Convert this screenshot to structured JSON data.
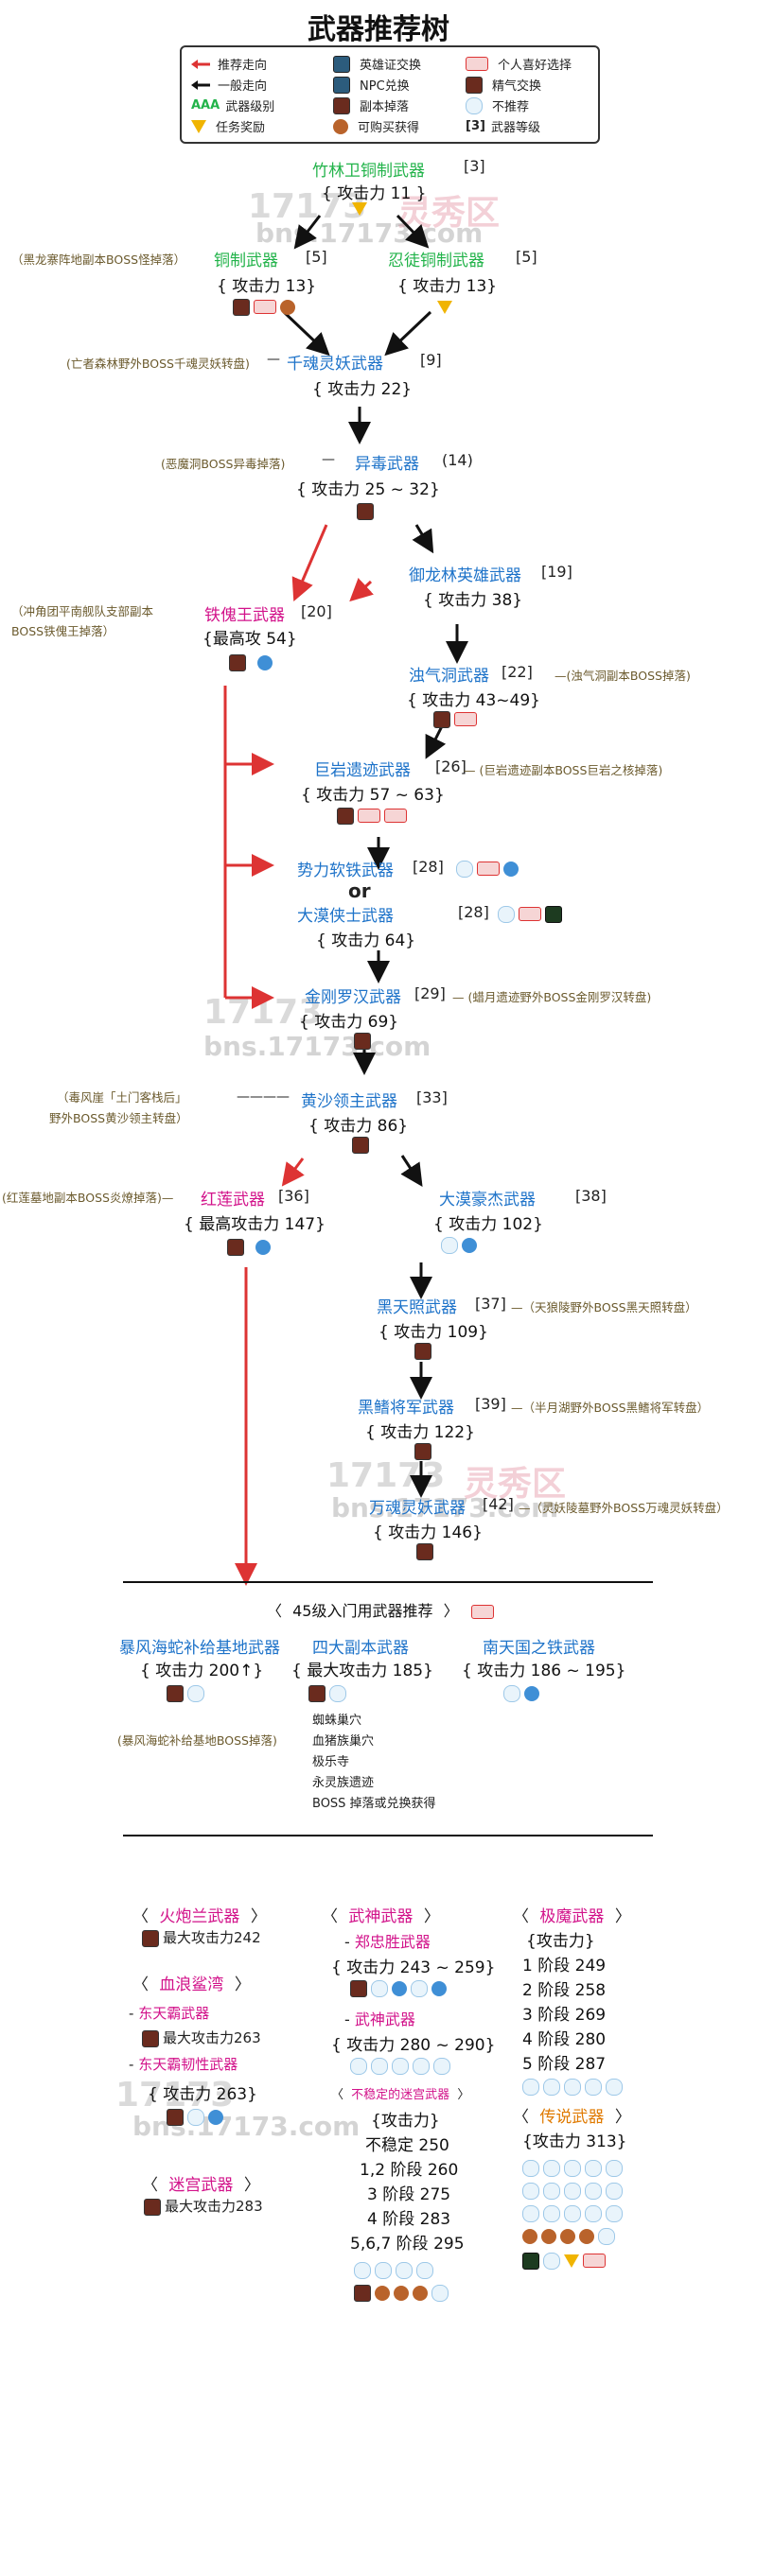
{
  "title": "武器推荐树",
  "legend": [
    {
      "icon": "red-arrow",
      "text": "推荐走向"
    },
    {
      "icon": "npc-icon",
      "text": "英雄证交换"
    },
    {
      "icon": "tag-icon",
      "text": "个人喜好选择"
    },
    {
      "icon": "black-arrow",
      "text": "一般走向"
    },
    {
      "icon": "npc-icon",
      "text": "NPC兑换"
    },
    {
      "icon": "stone-icon",
      "text": "精气交换"
    },
    {
      "icon": "aaa",
      "text": "武器级别"
    },
    {
      "icon": "stone-icon",
      "text": "副本掉落"
    },
    {
      "icon": "cloud-icon",
      "text": "不推荐"
    },
    {
      "icon": "triangle-icon",
      "text": "任务奖励"
    },
    {
      "icon": "coin-icon",
      "text": "可购买获得"
    },
    {
      "icon": "level-icon",
      "text": "武器等级"
    }
  ],
  "legend_aaa": "AAA",
  "legend_level": "[3]",
  "watermarks": {
    "site": "17173",
    "domain": "bns.17173.com",
    "brand": "灵秀区"
  },
  "nodes": {
    "n3": {
      "name": "竹林卫铜制武器",
      "level": "[3]",
      "atk": "{ 攻击力 11 }"
    },
    "n5a": {
      "name": "铜制武器",
      "level": "[5]",
      "atk": "{ 攻击力 13}",
      "source": "（黑龙寨阵地副本BOSS怪掉落）"
    },
    "n5b": {
      "name": "忍徒铜制武器",
      "level": "[5]",
      "atk": "{ 攻击力 13}"
    },
    "n9": {
      "name": "千魂灵妖武器",
      "level": "[9]",
      "atk": "{ 攻击力 22}",
      "source": "(亡者森林野外BOSS千魂灵妖转盘)"
    },
    "n14": {
      "name": "异毒武器",
      "level": "(14)",
      "atk": "{ 攻击力 25 ~ 32}",
      "source": "(恶魔洞BOSS异毒掉落)"
    },
    "n19": {
      "name": "御龙林英雄武器",
      "level": "[19]",
      "atk": "{ 攻击力 38}"
    },
    "n20": {
      "name": "铁傀王武器",
      "level": "[20]",
      "atk": "{最高攻  54}",
      "source1": "（冲角团平南舰队支部副本",
      "source2": "BOSS铁傀王掉落）"
    },
    "n22": {
      "name": "浊气洞武器",
      "level": "[22]",
      "atk": "{ 攻击力 43~49}",
      "source": "—(浊气洞副本BOSS掉落)"
    },
    "n26": {
      "name": "巨岩遗迹武器",
      "level": "[26]",
      "atk": "{ 攻击力 57 ~ 63}",
      "source": "—  (巨岩遗迹副本BOSS巨岩之核掉落)"
    },
    "n28a": {
      "name": "势力软铁武器",
      "level": "[28]"
    },
    "or": "or",
    "n28b": {
      "name": "大漠侠士武器",
      "level": "[28]",
      "atk": "{ 攻击力 64}"
    },
    "n29": {
      "name": "金刚罗汉武器",
      "level": "[29]",
      "atk": "{ 攻击力 69}",
      "source": "—  (蜡月遗迹野外BOSS金刚罗汉转盘)"
    },
    "n33": {
      "name": "黄沙领主武器",
      "level": "[33]",
      "atk": "{ 攻击力 86}",
      "source1": "（毒风崖「土门客栈后」",
      "source2": "野外BOSS黄沙领主转盘）"
    },
    "n36": {
      "name": "红莲武器",
      "level": "[36]",
      "atk": "{ 最高攻击力  147}",
      "source": "(红莲墓地副本BOSS炎燎掉落)—"
    },
    "n38": {
      "name": "大漠豪杰武器",
      "level": "[38]",
      "atk": "{ 攻击力 102}"
    },
    "n37": {
      "name": "黑天照武器",
      "level": "[37]",
      "atk": "{ 攻击力 109}",
      "source": "—（天狼陵野外BOSS黑天照转盘）"
    },
    "n39": {
      "name": "黑鳍将军武器",
      "level": "[39]",
      "atk": "{ 攻击力 122}",
      "source": "—（半月湖野外BOSS黑鳍将军转盘）"
    },
    "n42": {
      "name": "万魂灵妖武器",
      "level": "[42]",
      "atk": "{ 攻击力 146}",
      "source": "—（灵妖陵墓野外BOSS万魂灵妖转盘）"
    }
  },
  "section45": {
    "label": "45级入门用武器推荐",
    "left_bracket": "〈",
    "right_bracket": "〉",
    "items": [
      {
        "name": "暴风海蛇补给基地武器",
        "atk": "{ 攻击力 200↑}",
        "source": "(暴风海蛇补给基地BOSS掉落)"
      },
      {
        "name": "四大副本武器",
        "atk": "{ 最大攻击力 185}",
        "list": [
          "蜘蛛巢穴",
          "血猪族巢穴",
          "极乐寺",
          "永灵族遗迹",
          "BOSS 掉落或兑换获得"
        ]
      },
      {
        "name": "南天国之铁武器",
        "atk": "{ 攻击力 186 ~ 195}"
      }
    ]
  },
  "bottom": {
    "huopaolan": {
      "name": "火炮兰武器",
      "atk": "最大攻击力242",
      "open": "〈",
      "close": "〉"
    },
    "xuelanghu": {
      "name": "血浪鲨湾",
      "open": "〈",
      "close": "〉"
    },
    "dongtianba": {
      "name": "东天霸武器",
      "atk": "最大攻击力263"
    },
    "dongtianba2": {
      "name": "东天霸韧性武器",
      "atk": "{ 攻击力 263}"
    },
    "migong": {
      "name": "迷宫武器",
      "atk": "最大攻击力283",
      "open": "〈",
      "close": "〉"
    },
    "wushen": {
      "name": "武神武器",
      "open": "〈",
      "close": "〉"
    },
    "zhengzhongsheng": {
      "name": "郑忠胜武器",
      "atk": "{ 攻击力  243 ~ 259}"
    },
    "wushen2": {
      "name": "武神武器",
      "atk": "{ 攻击力  280 ~ 290}"
    },
    "unstable": {
      "name": "不稳定的迷宫武器",
      "open": "〈",
      "close": "〉",
      "atk": "{攻击力}",
      "rows": [
        "不稳定   250",
        "1,2 阶段 260",
        "3 阶段 275",
        "4 阶段 283",
        "5,6,7 阶段 295"
      ]
    },
    "jimo": {
      "name": "极魔武器",
      "open": "〈",
      "close": "〉",
      "atk": "{攻击力}",
      "rows": [
        "1 阶段 249",
        "2 阶段 258",
        "3 阶段 269",
        "4 阶段 280",
        "5 阶段 287"
      ]
    },
    "chuanshuo": {
      "name": "传说武器",
      "open": "〈",
      "close": "〉",
      "atk": "{攻击力  313}"
    }
  }
}
